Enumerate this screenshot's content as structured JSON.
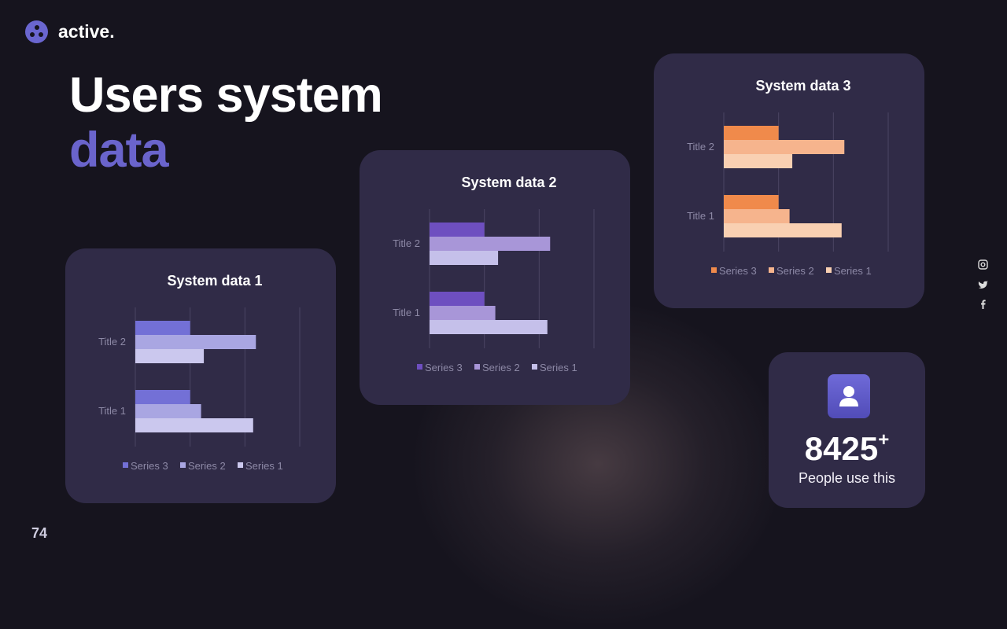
{
  "brand": {
    "name": "active."
  },
  "headline": {
    "line1": "Users system",
    "line2": "data"
  },
  "stat": {
    "value": "8425",
    "suffix": "+",
    "label": "People use this",
    "icon": "user-icon"
  },
  "social": [
    "instagram-icon",
    "twitter-icon",
    "facebook-icon"
  ],
  "page_number": "74",
  "chart_data": [
    {
      "type": "bar",
      "orientation": "horizontal",
      "title": "System data 1",
      "categories": [
        "Title 1",
        "Title 2"
      ],
      "series": [
        {
          "name": "Series 3",
          "values": [
            2,
            2
          ],
          "color": "#7370d6"
        },
        {
          "name": "Series 2",
          "values": [
            2.4,
            4.4
          ],
          "color": "#a9a6e2"
        },
        {
          "name": "Series 1",
          "values": [
            4.3,
            2.5
          ],
          "color": "#cbc8ee"
        }
      ],
      "xlim": [
        0,
        6
      ],
      "grid": true,
      "legend": "bottom"
    },
    {
      "type": "bar",
      "orientation": "horizontal",
      "title": "System data 2",
      "categories": [
        "Title 1",
        "Title 2"
      ],
      "series": [
        {
          "name": "Series 3",
          "values": [
            2,
            2
          ],
          "color": "#6e4fc0"
        },
        {
          "name": "Series 2",
          "values": [
            2.4,
            4.4
          ],
          "color": "#a896d8"
        },
        {
          "name": "Series 1",
          "values": [
            4.3,
            2.5
          ],
          "color": "#c5c0ea"
        }
      ],
      "xlim": [
        0,
        6
      ],
      "grid": true,
      "legend": "bottom"
    },
    {
      "type": "bar",
      "orientation": "horizontal",
      "title": "System data 3",
      "categories": [
        "Title 1",
        "Title 2"
      ],
      "series": [
        {
          "name": "Series 3",
          "values": [
            2,
            2
          ],
          "color": "#f08a4b"
        },
        {
          "name": "Series 2",
          "values": [
            2.4,
            4.4
          ],
          "color": "#f6b48d"
        },
        {
          "name": "Series 1",
          "values": [
            4.3,
            2.5
          ],
          "color": "#f9d0b2"
        }
      ],
      "xlim": [
        0,
        6
      ],
      "grid": true,
      "legend": "bottom"
    }
  ]
}
